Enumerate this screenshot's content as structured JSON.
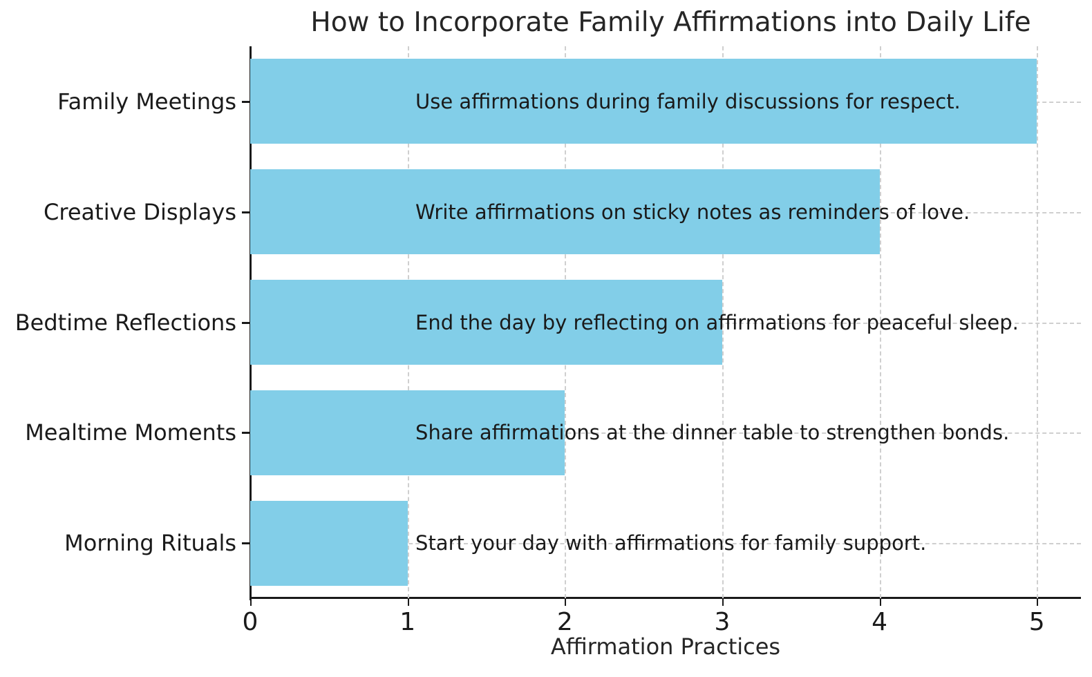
{
  "chart_data": {
    "type": "bar",
    "orientation": "horizontal",
    "title": "How to Incorporate Family Affirmations into Daily Life",
    "xlabel": "Affirmation Practices",
    "ylabel": "",
    "categories": [
      "Morning Rituals",
      "Mealtime Moments",
      "Bedtime Reflections",
      "Creative Displays",
      "Family Meetings"
    ],
    "values": [
      1,
      2,
      3,
      4,
      5
    ],
    "annotations": [
      "Start your day with affirmations for family support.",
      "Share affirmations at the dinner table to strengthen bonds.",
      "End the day by reflecting on affirmations for peaceful sleep.",
      "Write affirmations on sticky notes as reminders of love.",
      "Use affirmations during family discussions for respect."
    ],
    "xlim": [
      0,
      5.28
    ],
    "xticks": [
      0,
      1,
      2,
      3,
      4,
      5
    ],
    "xtick_labels": [
      "0",
      "1",
      "2",
      "3",
      "4",
      "5"
    ],
    "grid": true,
    "grid_style": "dashed",
    "grid_color": "#cfcfcf",
    "legend": "none",
    "bar_color": "#82cee8",
    "text_color": "#1a1a1a",
    "background_color": "#ffffff",
    "bars": [
      {
        "category": "Family Meetings",
        "value": 5,
        "annotation": "Use affirmations during family discussions for respect."
      },
      {
        "category": "Creative Displays",
        "value": 4,
        "annotation": "Write affirmations on sticky notes as reminders of love."
      },
      {
        "category": "Bedtime Reflections",
        "value": 3,
        "annotation": "End the day by reflecting on affirmations for peaceful sleep."
      },
      {
        "category": "Mealtime Moments",
        "value": 2,
        "annotation": "Share affirmations at the dinner table to strengthen bonds."
      },
      {
        "category": "Morning Rituals",
        "value": 1,
        "annotation": "Start your day with affirmations for family support."
      }
    ]
  }
}
